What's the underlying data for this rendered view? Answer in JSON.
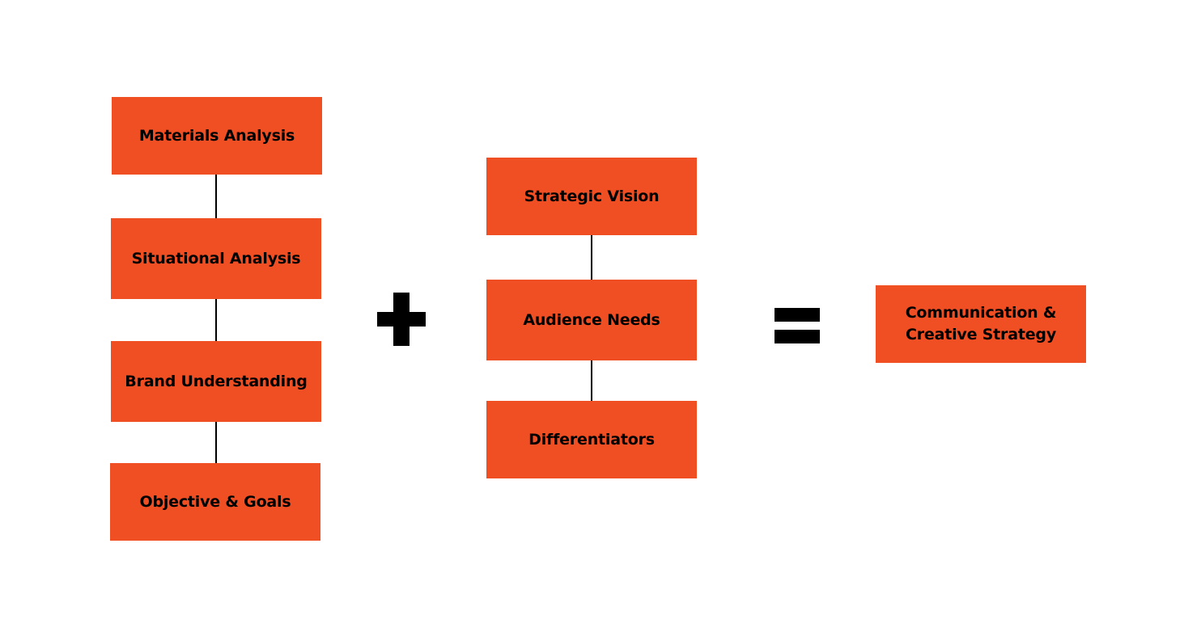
{
  "colors": {
    "box_fill": "#F04E23",
    "text": "#000000",
    "connector": "#000000",
    "background": "#FFFFFF"
  },
  "left_column": {
    "items": [
      {
        "label": "Materials Analysis"
      },
      {
        "label": "Situational Analysis"
      },
      {
        "label": "Brand Understanding"
      },
      {
        "label": "Objective & Goals"
      }
    ]
  },
  "operators": {
    "plus": "plus-icon",
    "equals": "equals-icon"
  },
  "middle_column": {
    "items": [
      {
        "label": "Strategic Vision"
      },
      {
        "label": "Audience Needs"
      },
      {
        "label": "Differentiators"
      }
    ]
  },
  "result": {
    "line1": "Communication &",
    "line2": "Creative Strategy"
  }
}
